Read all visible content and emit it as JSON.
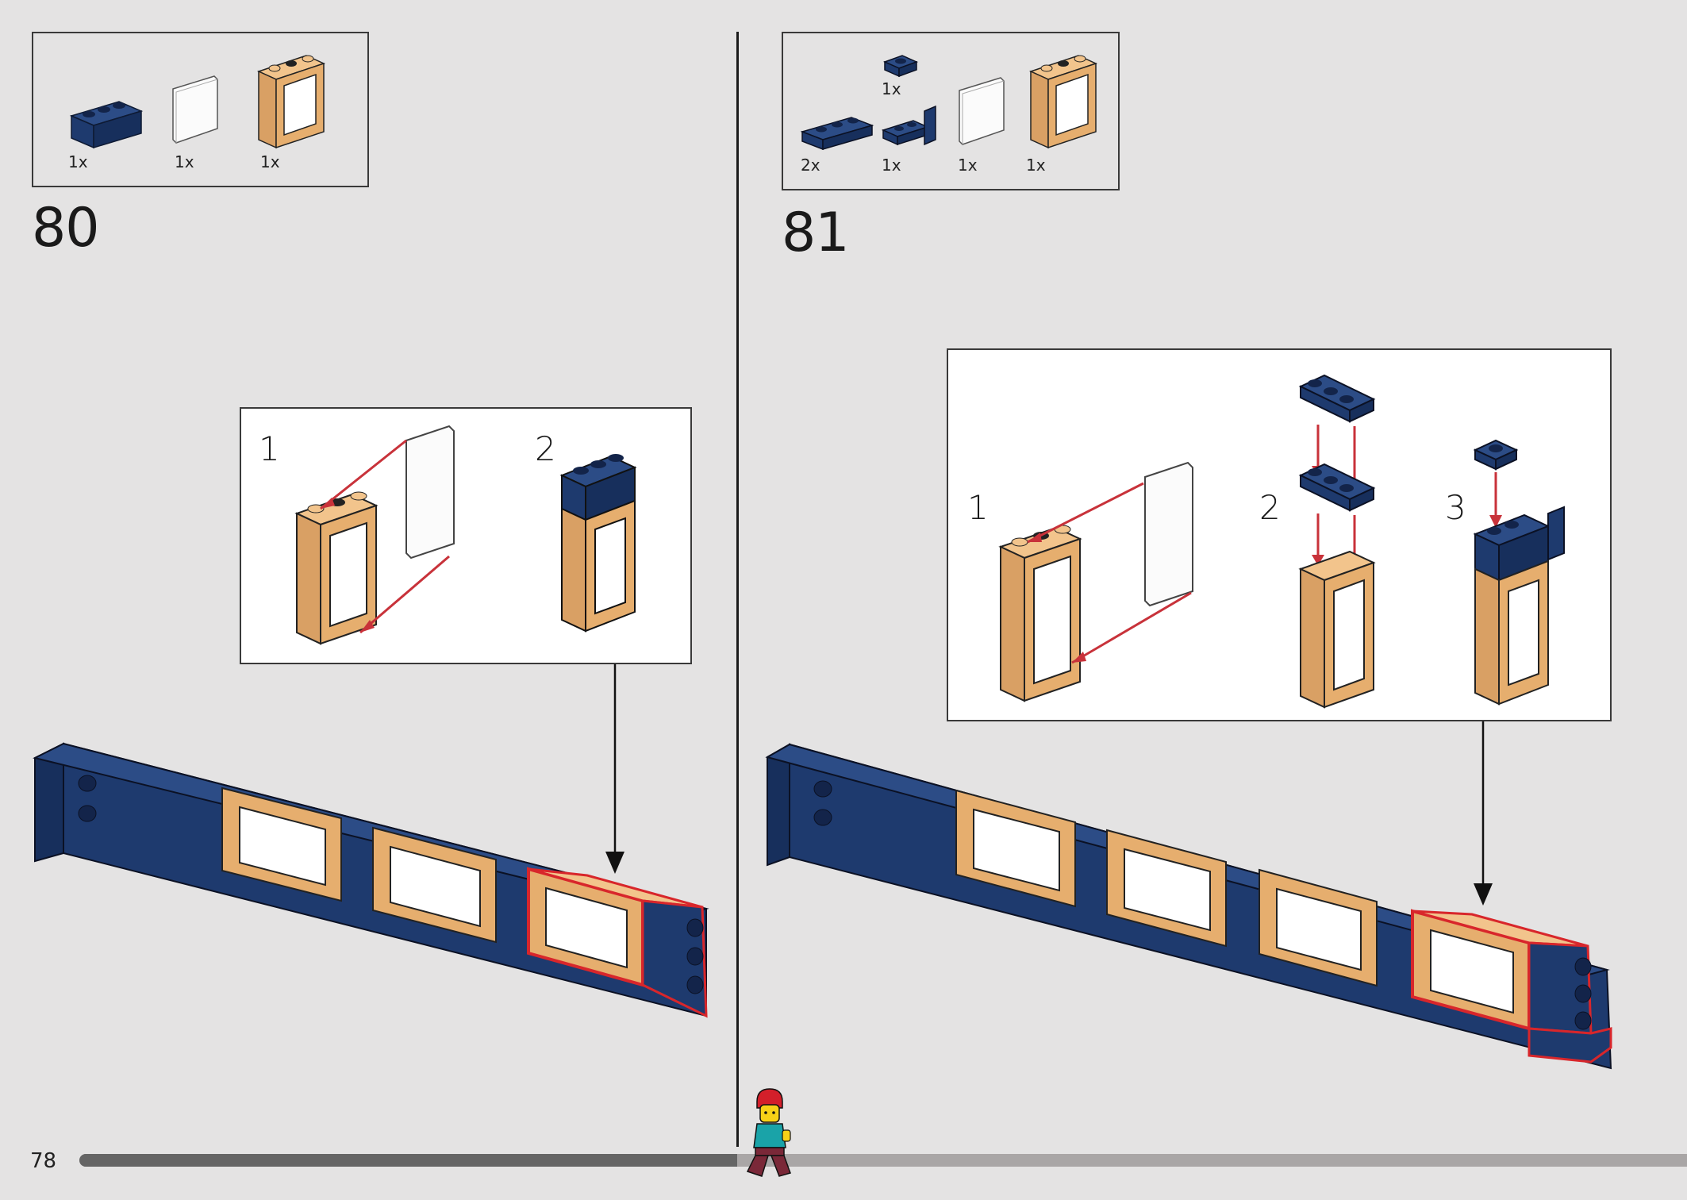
{
  "page": {
    "number": "78",
    "progress": 0.409
  },
  "step_80": {
    "number": "80",
    "parts": [
      {
        "icon": "blue-brick-1x3-icon",
        "qty": "1x"
      },
      {
        "icon": "window-glass-icon",
        "qty": "1x"
      },
      {
        "icon": "tan-window-frame-icon",
        "qty": "1x"
      }
    ],
    "substeps": [
      "1",
      "2"
    ]
  },
  "step_81": {
    "number": "81",
    "parts": [
      {
        "icon": "blue-plate-1x1-icon",
        "qty": "1x"
      },
      {
        "icon": "blue-plate-1x3-icon",
        "qty": "2x"
      },
      {
        "icon": "blue-bracket-icon",
        "qty": "1x"
      },
      {
        "icon": "window-glass-icon",
        "qty": "1x"
      },
      {
        "icon": "tan-window-frame-icon",
        "qty": "1x"
      }
    ],
    "substeps": [
      "1",
      "2",
      "3"
    ]
  },
  "colors": {
    "background": "#e4e3e3",
    "brick_blue": "#1e3a6e",
    "frame_tan": "#e6ae6e",
    "highlight_red": "#d8262b",
    "arrow_red": "#c8323a"
  }
}
